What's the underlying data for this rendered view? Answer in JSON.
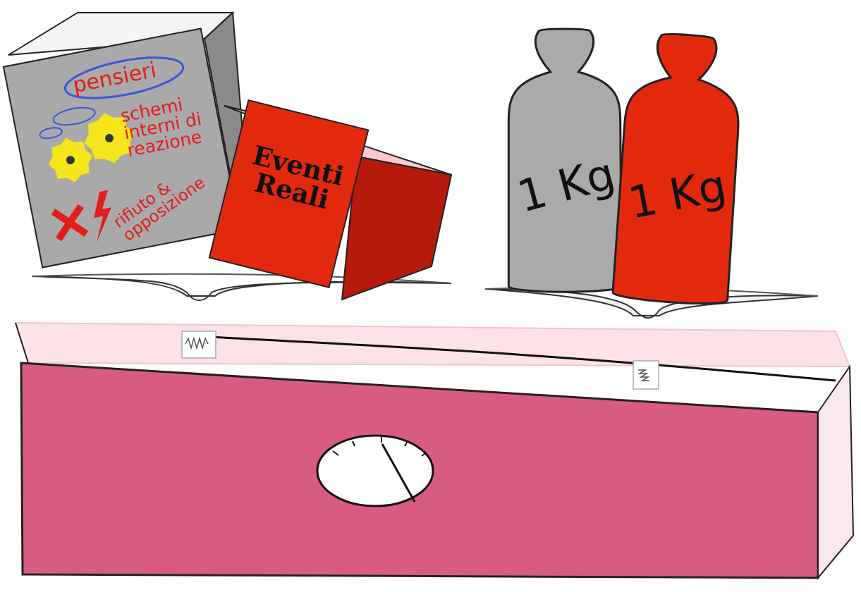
{
  "diagram": {
    "nodes": [
      {
        "text": [
          "pensieri",
          "schemi interni di reazione",
          "rifiuto & opposizione"
        ]
      },
      {
        "text": [
          "Eventi Reali"
        ]
      },
      {
        "text": [
          "1 Kg"
        ]
      },
      {
        "text": [
          "1 Kg"
        ]
      }
    ]
  }
}
